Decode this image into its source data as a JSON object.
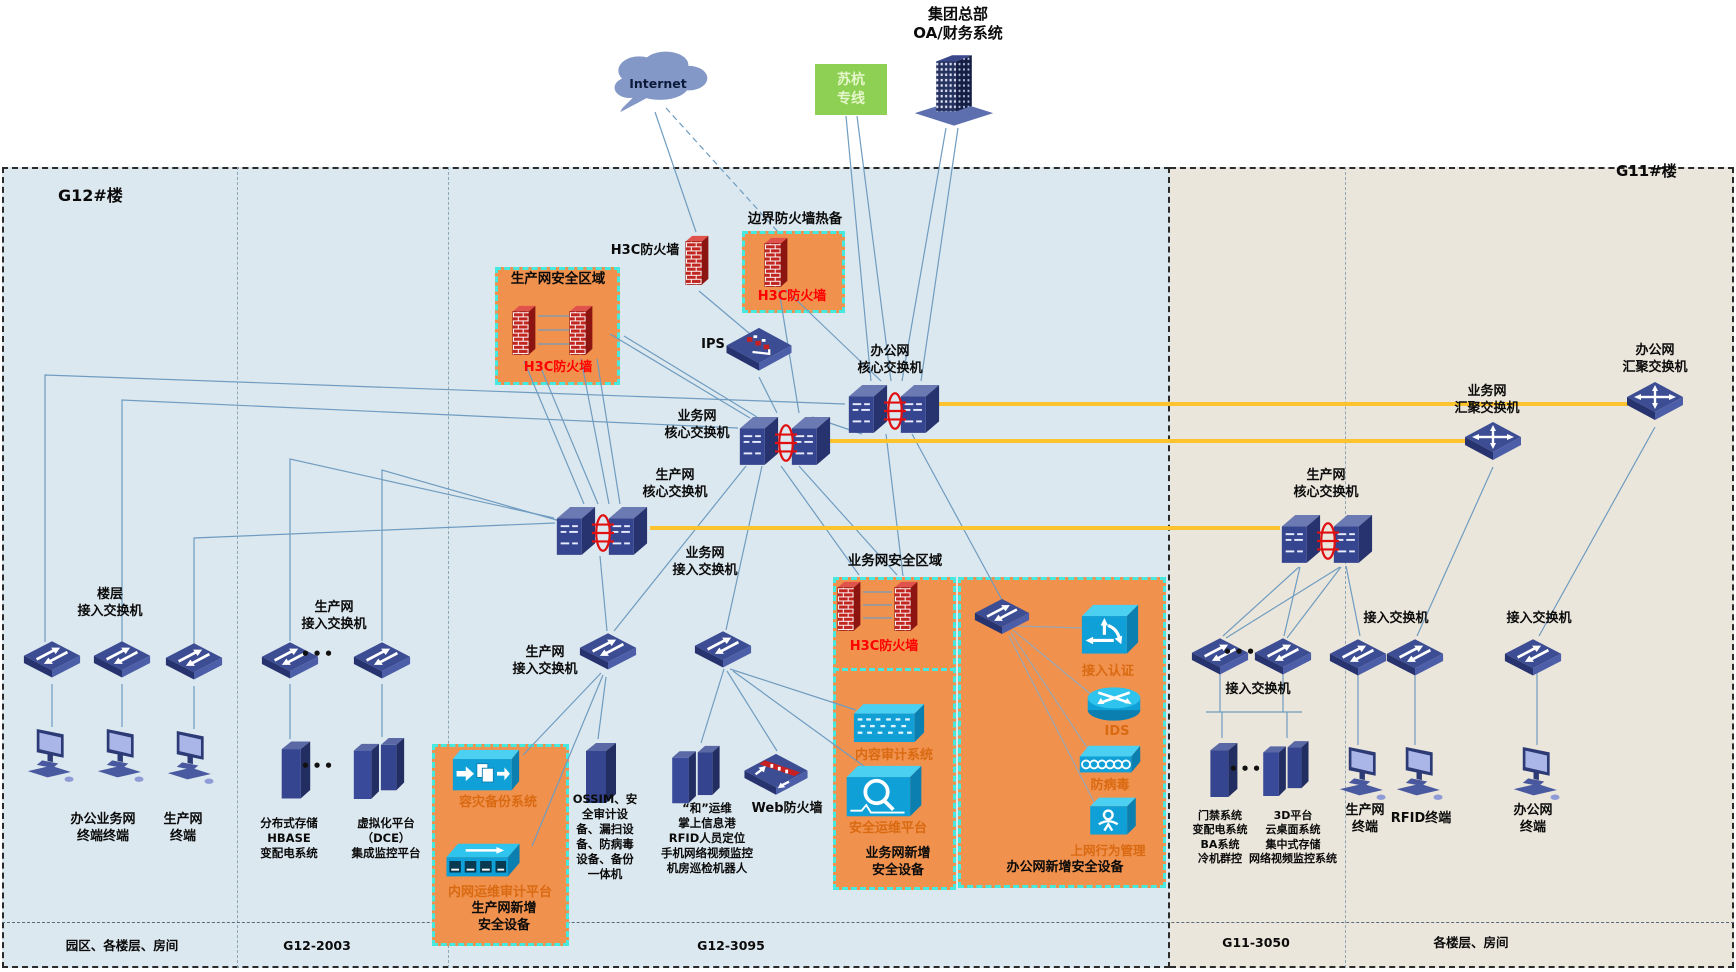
{
  "colors": {
    "zone_blue_bg": "#dce8ef",
    "zone_beige_bg": "#ebe6db",
    "orange_box": "#f0914d",
    "box_border_cyan": "#47e8dd",
    "line_blue": "#6f9cc0",
    "trunk_yellow": "#fdc32e",
    "firewall_red": "#c0251f",
    "alert_red": "#ff0000",
    "teal_device": "#0fa0d8",
    "dedicated_line_green": "#8ed054",
    "device_navy": "#36458f"
  },
  "top": {
    "internet": "Internet",
    "line_box": "苏杭\n专线",
    "hq": "集团总部\nOA/财务系统"
  },
  "zones": {
    "g12": "G12#楼",
    "g11": "G11#楼"
  },
  "rooms": {
    "campus": "园区、各楼层、房间",
    "g12_2003": "G12-2003",
    "g12_3095": "G12-3095",
    "g11_3050": "G11-3050",
    "floors": "各楼层、房间"
  },
  "firewalls": {
    "prod_zone_title": "生产网安全区域",
    "h3c": "H3C防火墙",
    "border_title": "边界防火墙热备",
    "ips": "IPS",
    "web": "Web防火墙"
  },
  "switches": {
    "office_core": "办公网\n核心交换机",
    "biz_core": "业务网\n核心交换机",
    "prod_core": "生产网\n核心交换机",
    "floor_access": "楼层\n接入交换机",
    "prod_access": "生产网\n接入交换机",
    "biz_access": "业务网\n接入交换机",
    "biz_agg": "业务网\n汇聚交换机",
    "office_agg": "办公网\n汇聚交换机",
    "access": "接入交换机"
  },
  "terminals": {
    "office_g12": "办公业务网\n终端终端",
    "prod_g12": "生产网\n终端",
    "prod_g11": "生产网\n终端",
    "rfid": "RFID终端",
    "office_g11": "办公网\n终端"
  },
  "servers": {
    "storage": "分布式存储\nHBASE\n变配电系统",
    "virtual": "虚拟化平台\n（DCE）\n集成监控平台",
    "ossim": "OSSIM、安\n全审计设\n备、漏扫设\n备、防病毒\n设备、备份\n一体机",
    "he": "“和”运维\n掌上信息港\nRFID人员定位\n手机网络视频监控\n机房巡检机器人",
    "door": "门禁系统\n变配电系统\nBA系统\n冷机群控",
    "d3": "3D平台\n云桌面系统\n集中式存储\n网络视频监控系统"
  },
  "security": {
    "disaster": "容灾备份系统",
    "intranet_audit": "内网运维审计平台",
    "prod_new": "生产网新增\n安全设备",
    "biz_zone_title": "业务网安全区域",
    "content_audit": "内容审计系统",
    "sec_ops": "安全运维平台",
    "biz_new": "业务网新增\n安全设备",
    "auth": "接入认证",
    "ids": "IDS",
    "antivirus": "防病毒",
    "behavior": "上网行为管理",
    "office_new": "办公网新增安全设备"
  },
  "dots": "•••"
}
